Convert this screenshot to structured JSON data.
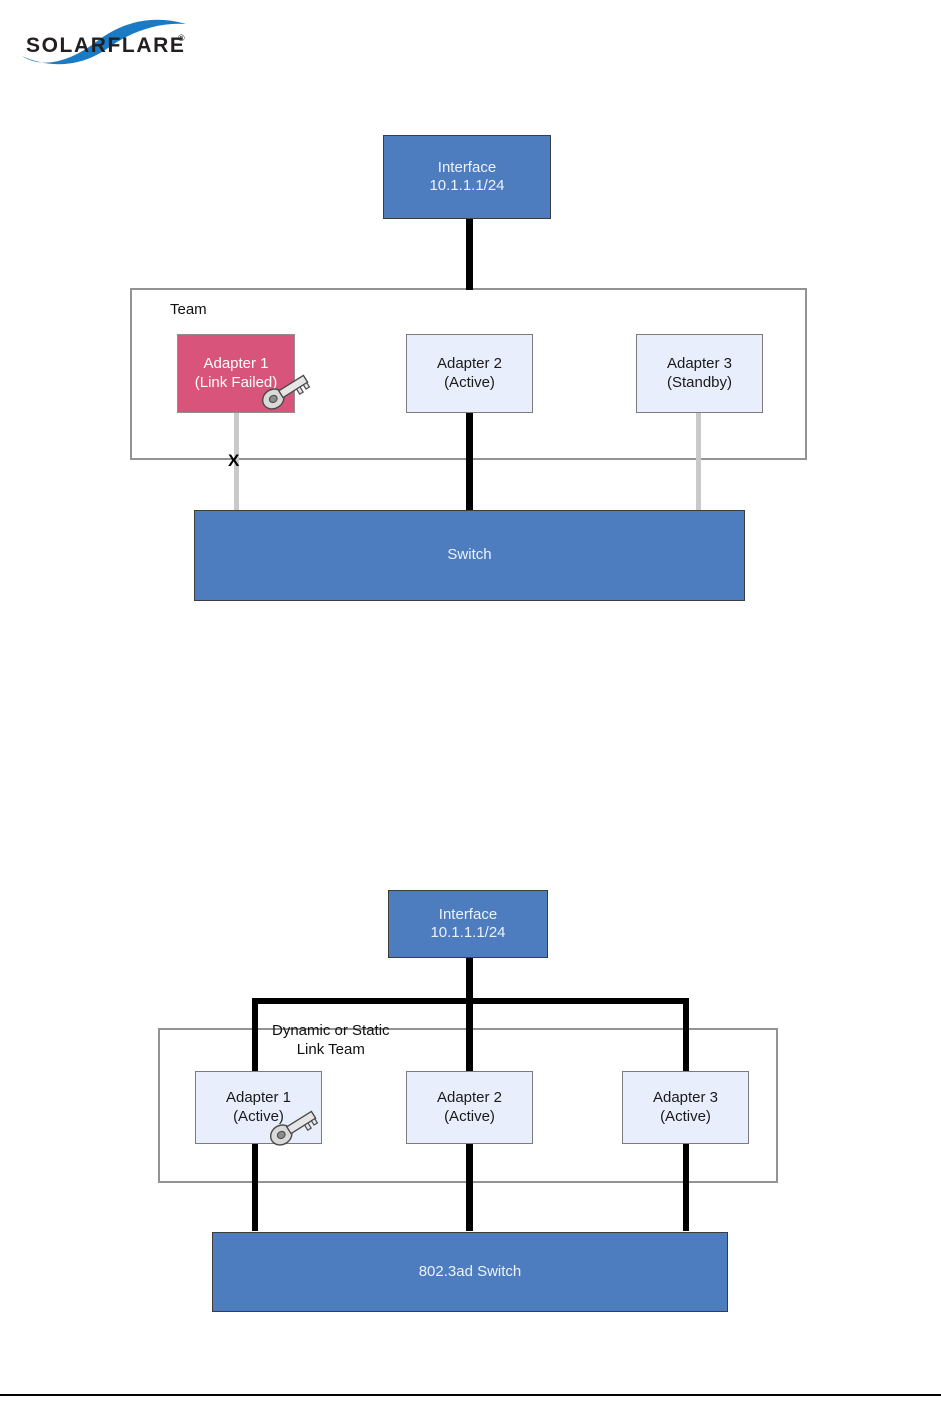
{
  "page": {
    "brand": "SOLARFLARE",
    "brand_mark": "registered-trademark",
    "brand_color": "#1b7ac4",
    "brand_text_color": "#231f20",
    "background": "#ffffff",
    "footer_rule_color": "#000000"
  },
  "palette": {
    "blue_fill": "#4d7cbf",
    "blue_text": "#eef2fa",
    "pink_fill": "#d9547a",
    "pink_text": "#ffffff",
    "light_fill": "#e8eefb",
    "light_text": "#1a1a1a",
    "active_link": "#000000",
    "idle_link": "#c9c9c9",
    "team_border": "#939393",
    "node_border": "#7b7b7b"
  },
  "diagrams": [
    {
      "id": "failover-team",
      "interface": {
        "line1": "Interface",
        "line2": "10.1.1.1/24"
      },
      "team_label": "Team",
      "switch_label": "Switch",
      "break_marker": "X",
      "adapters": [
        {
          "name": "Adapter 1",
          "state": "(Link Failed)",
          "style": "pink",
          "link": "idle",
          "key_icon": "key-icon"
        },
        {
          "name": "Adapter 2",
          "state": "(Active)",
          "style": "light",
          "link": "active",
          "key_icon": ""
        },
        {
          "name": "Adapter 3",
          "state": "(Standby)",
          "style": "light",
          "link": "idle",
          "key_icon": ""
        }
      ]
    },
    {
      "id": "link-aggregation-team",
      "interface": {
        "line1": "Interface",
        "line2": "10.1.1.1/24"
      },
      "team_label": "Dynamic or Static\nLink  Team",
      "switch_label": "802.3ad Switch",
      "break_marker": "",
      "adapters": [
        {
          "name": "Adapter 1",
          "state": "(Active)",
          "style": "light",
          "link": "active",
          "key_icon": "key-icon"
        },
        {
          "name": "Adapter 2",
          "state": "(Active)",
          "style": "light",
          "link": "active",
          "key_icon": ""
        },
        {
          "name": "Adapter 3",
          "state": "(Active)",
          "style": "light",
          "link": "active",
          "key_icon": ""
        }
      ]
    }
  ]
}
